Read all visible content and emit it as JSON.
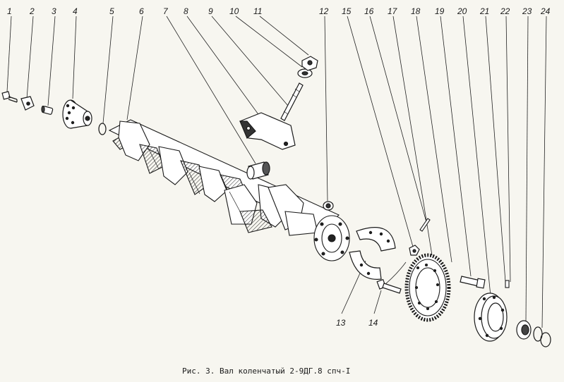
{
  "figure": {
    "caption": "Рис. 3. Вал коленчатый 2-9ДГ.8 спч-I"
  },
  "callouts": {
    "c1": "1",
    "c2": "2",
    "c3": "3",
    "c4": "4",
    "c5": "5",
    "c6": "6",
    "c7": "7",
    "c8": "8",
    "c9": "9",
    "c10": "10",
    "c11": "11",
    "c12": "12",
    "c13": "13",
    "c14": "14",
    "c15": "15",
    "c16": "16",
    "c17": "17",
    "c18": "18",
    "c19": "19",
    "c20": "20",
    "c21": "21",
    "c22": "22",
    "c23": "23",
    "c24": "24"
  },
  "colors": {
    "ink": "#1a1a1a",
    "paper": "#f7f6f0"
  }
}
